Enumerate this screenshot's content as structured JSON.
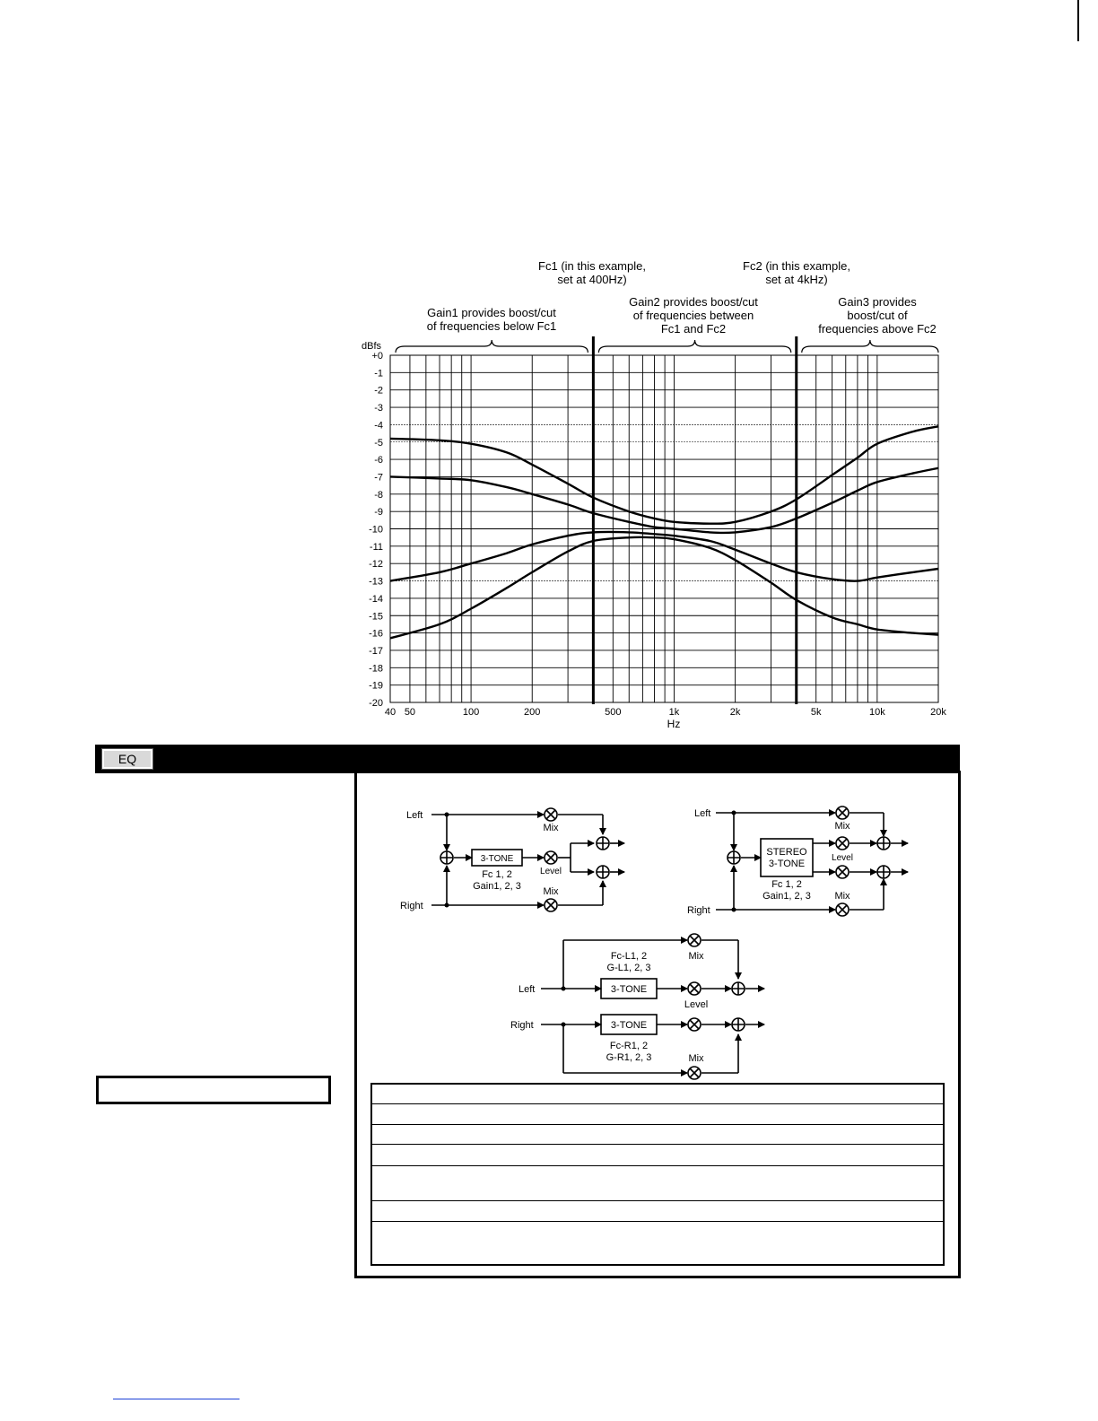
{
  "annotations": {
    "fc1": [
      "Fc1 (in this example,",
      "set at 400Hz)"
    ],
    "fc2": [
      "Fc2 (in this example,",
      "set at 4kHz)"
    ],
    "gain1": [
      "Gain1 provides boost/cut",
      "of frequencies below Fc1"
    ],
    "gain2": [
      "Gain2 provides boost/cut",
      "of frequencies between",
      "Fc1 and Fc2"
    ],
    "gain3": [
      "Gain3 provides",
      "boost/cut of",
      "frequencies above Fc2"
    ]
  },
  "chart_data": {
    "type": "line",
    "ylabel": "dBfs",
    "xlabel": "Hz",
    "xscale": "log",
    "xlim": [
      40,
      20000
    ],
    "ylim": [
      -20,
      0
    ],
    "x_ticks": [
      40,
      50,
      100,
      200,
      500,
      1000,
      2000,
      5000,
      10000,
      20000
    ],
    "x_tick_labels": [
      "40",
      "50",
      "100",
      "200",
      "500",
      "1k",
      "2k",
      "5k",
      "10k",
      "20k"
    ],
    "y_ticks": [
      0,
      -1,
      -2,
      -3,
      -4,
      -5,
      -6,
      -7,
      -8,
      -9,
      -10,
      -11,
      -12,
      -13,
      -14,
      -15,
      -16,
      -17,
      -18,
      -19,
      -20
    ],
    "y_tick_labels": [
      "+0",
      "-1",
      "-2",
      "-3",
      "-4",
      "-5",
      "-6",
      "-7",
      "-8",
      "-9",
      "-10",
      "-11",
      "-12",
      "-13",
      "-14",
      "-15",
      "-16",
      "-17",
      "-18",
      "-19",
      "-20"
    ],
    "markers": [
      400,
      4000
    ],
    "grid": true,
    "series": [
      {
        "x": [
          40,
          70,
          100,
          150,
          200,
          300,
          400,
          600,
          800,
          1000,
          1500,
          2000,
          3000,
          4000,
          6000,
          8000,
          10000,
          15000,
          20000
        ],
        "y": [
          -4.8,
          -4.9,
          -5.1,
          -5.6,
          -6.3,
          -7.4,
          -8.2,
          -9.0,
          -9.4,
          -9.6,
          -9.7,
          -9.6,
          -9.0,
          -8.3,
          -6.9,
          -5.9,
          -5.1,
          -4.4,
          -4.1
        ]
      },
      {
        "x": [
          40,
          70,
          100,
          150,
          200,
          300,
          400,
          600,
          800,
          1000,
          1500,
          2000,
          3000,
          4000,
          6000,
          8000,
          10000,
          15000,
          20000
        ],
        "y": [
          -7.0,
          -7.1,
          -7.2,
          -7.6,
          -8.0,
          -8.6,
          -9.1,
          -9.6,
          -9.9,
          -10.0,
          -10.2,
          -10.2,
          -9.9,
          -9.4,
          -8.5,
          -7.8,
          -7.3,
          -6.8,
          -6.5
        ]
      },
      {
        "x": [
          40,
          70,
          100,
          150,
          200,
          300,
          400,
          600,
          800,
          1000,
          1500,
          2000,
          3000,
          4000,
          6000,
          8000,
          10000,
          15000,
          20000
        ],
        "y": [
          -13.0,
          -12.5,
          -12.0,
          -11.4,
          -10.9,
          -10.4,
          -10.2,
          -10.2,
          -10.3,
          -10.4,
          -10.7,
          -11.2,
          -12.0,
          -12.5,
          -12.9,
          -13.0,
          -12.8,
          -12.5,
          -12.3
        ]
      },
      {
        "x": [
          40,
          70,
          100,
          150,
          200,
          300,
          400,
          600,
          800,
          1000,
          1500,
          2000,
          3000,
          4000,
          6000,
          8000,
          10000,
          15000,
          20000
        ],
        "y": [
          -16.3,
          -15.5,
          -14.6,
          -13.4,
          -12.5,
          -11.3,
          -10.7,
          -10.5,
          -10.5,
          -10.6,
          -11.1,
          -11.8,
          -13.1,
          -14.1,
          -15.1,
          -15.5,
          -15.8,
          -16.0,
          -16.1
        ]
      }
    ]
  },
  "eq": {
    "tag": "EQ"
  },
  "diagram": {
    "d1": {
      "left": "Left",
      "right": "Right",
      "block": "3-TONE",
      "mix_top": "Mix",
      "level": "Level",
      "mix_bottom": "Mix",
      "param1": "Fc 1, 2",
      "param2": "Gain1, 2, 3"
    },
    "d2": {
      "left": "Left",
      "right": "Right",
      "block1": "STEREO",
      "block2": "3-TONE",
      "mix_top": "Mix",
      "level": "Level",
      "mix_bottom": "Mix",
      "param1": "Fc 1, 2",
      "param2": "Gain1, 2, 3"
    },
    "d3": {
      "left": "Left",
      "right": "Right",
      "block_top": "3-TONE",
      "block_bottom": "3-TONE",
      "mix_top": "Mix",
      "level": "Level",
      "mix_bottom": "Mix",
      "paramL1": "Fc-L1, 2",
      "paramL2": "G-L1, 2, 3",
      "paramR1": "Fc-R1, 2",
      "paramR2": "G-R1, 2, 3"
    }
  }
}
